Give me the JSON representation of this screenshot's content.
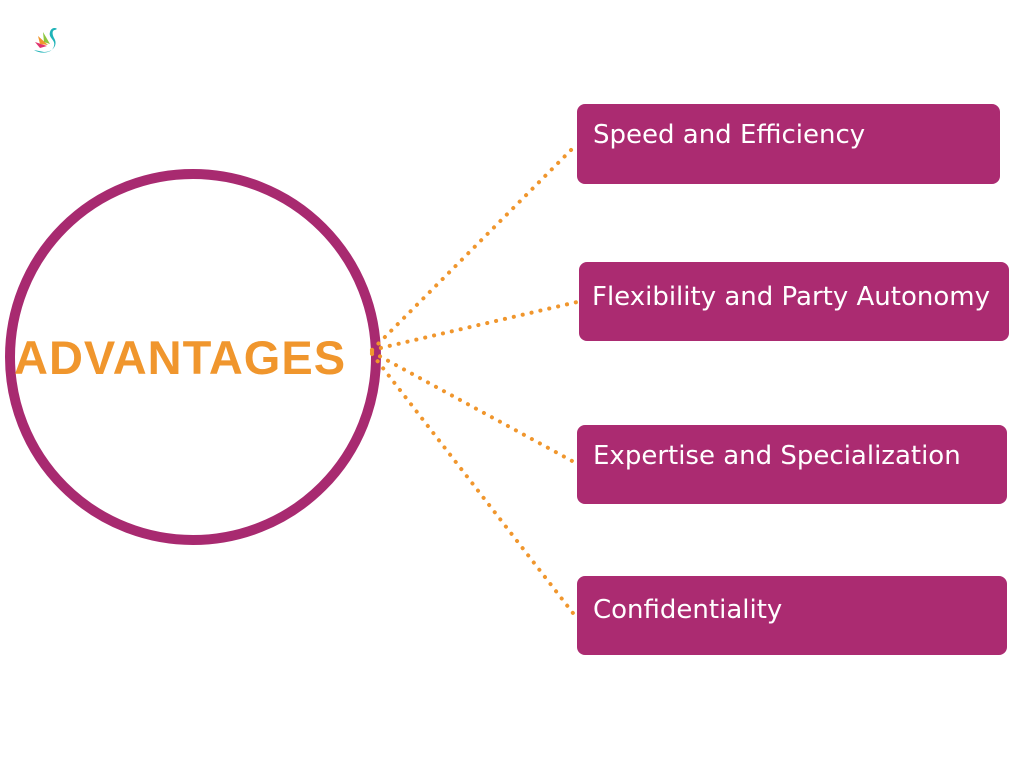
{
  "title": "ADVANTAGES",
  "items": [
    {
      "label": "Speed and Efficiency"
    },
    {
      "label": "Flexibility and Party Autonomy"
    },
    {
      "label": "Expertise and Specialization"
    },
    {
      "label": "Confidentiality"
    }
  ],
  "colors": {
    "circle": "#a82a70",
    "box": "#ab2b71",
    "accent": "#f0962d"
  }
}
